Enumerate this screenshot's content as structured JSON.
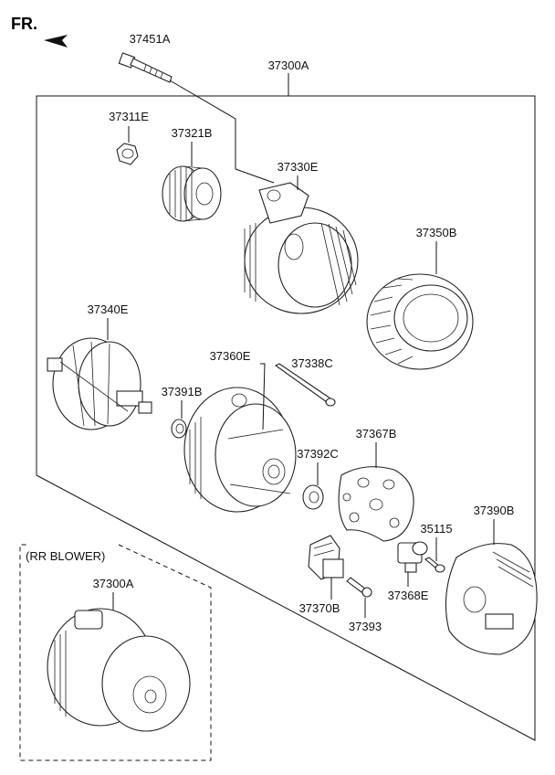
{
  "orientation": {
    "label": "FR."
  },
  "assembly_label": "37300A",
  "inset": {
    "title": "(RR BLOWER)",
    "part_label": "37300A"
  },
  "parts": [
    {
      "id": "bolt",
      "number": "37451A"
    },
    {
      "id": "nut",
      "number": "37311E"
    },
    {
      "id": "pulley",
      "number": "37321B"
    },
    {
      "id": "front-bracket",
      "number": "37330E"
    },
    {
      "id": "stator",
      "number": "37350B"
    },
    {
      "id": "rotor",
      "number": "37340E"
    },
    {
      "id": "rear-bracket",
      "number": "37360E"
    },
    {
      "id": "through-bolt",
      "number": "37338C"
    },
    {
      "id": "front-bearing-washer",
      "number": "37391B"
    },
    {
      "id": "rear-bearing",
      "number": "37392C"
    },
    {
      "id": "rectifier",
      "number": "37367B"
    },
    {
      "id": "rear-cover",
      "number": "37390B"
    },
    {
      "id": "screw",
      "number": "35115"
    },
    {
      "id": "brush-holder",
      "number": "37368E"
    },
    {
      "id": "regulator",
      "number": "37370B"
    },
    {
      "id": "mount-screw",
      "number": "37393"
    }
  ]
}
